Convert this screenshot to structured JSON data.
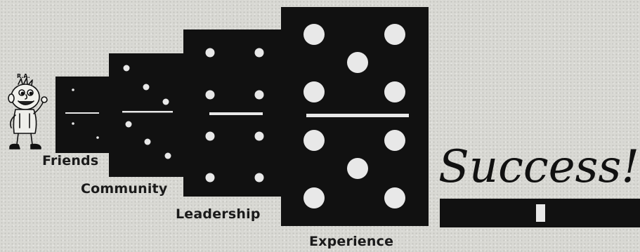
{
  "mascot": {
    "tag": "R.A.",
    "icon": "cartoon-boy-icon"
  },
  "dominoes": [
    {
      "label": "Friends",
      "top_pips": 1,
      "bottom_pips": 2
    },
    {
      "label": "Community",
      "top_pips": 3,
      "bottom_pips": 3
    },
    {
      "label": "Leadership",
      "top_pips": 4,
      "bottom_pips": 4
    },
    {
      "label": "Experience",
      "top_pips": 5,
      "bottom_pips": 5
    }
  ],
  "headline": {
    "text": "Success!"
  },
  "final_domino": {
    "icon": "domino-bar-icon"
  },
  "colors": {
    "domino": "#111111",
    "pip": "#efefef",
    "paper": "#d9d9d4"
  }
}
